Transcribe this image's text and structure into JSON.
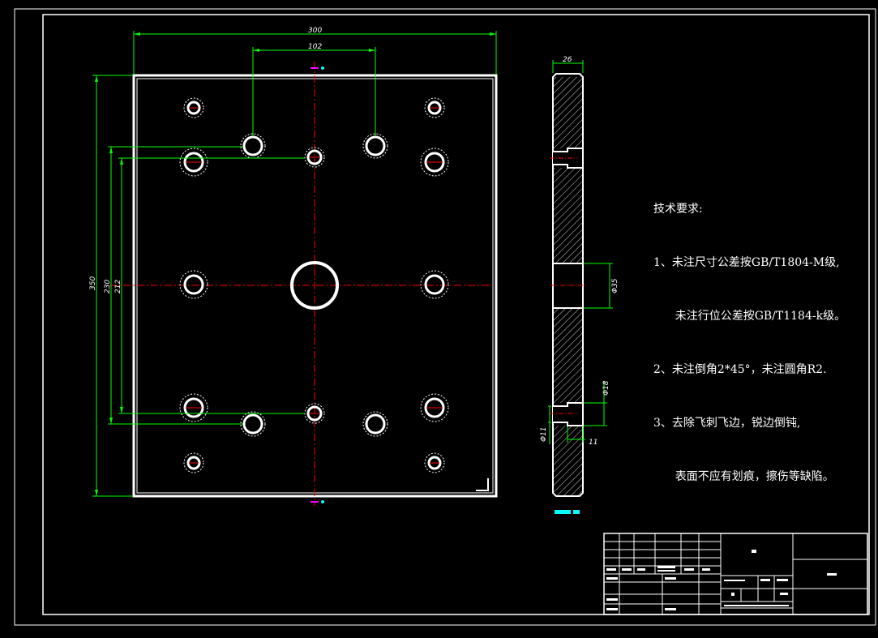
{
  "dimensions": {
    "width_300": "300",
    "width_102": "102",
    "thickness_26": "26",
    "height_350": "350",
    "height_230": "230",
    "height_212": "212",
    "bore_dia": "Φ35",
    "cbore_dia": "Φ18",
    "hole_dia": "Φ11",
    "cbore_depth": "11"
  },
  "notes": {
    "title": "技术要求:",
    "line1": "1、未注尺寸公差按GB/T1804-M级,",
    "line2": "      未注行位公差按GB/T1184-k级。",
    "line3": "2、未注倒角2*45°，未注圆角R2.",
    "line4": "3、去除飞刺飞边，锐边倒钝,",
    "line5": "      表面不应有划痕，擦伤等缺陷。"
  },
  "colors": {
    "outline": "#ffffff",
    "dimension": "#00ff00",
    "centerline": "#ff0000",
    "hatch": "#d0d0d0",
    "section_label": "#00ffff"
  }
}
